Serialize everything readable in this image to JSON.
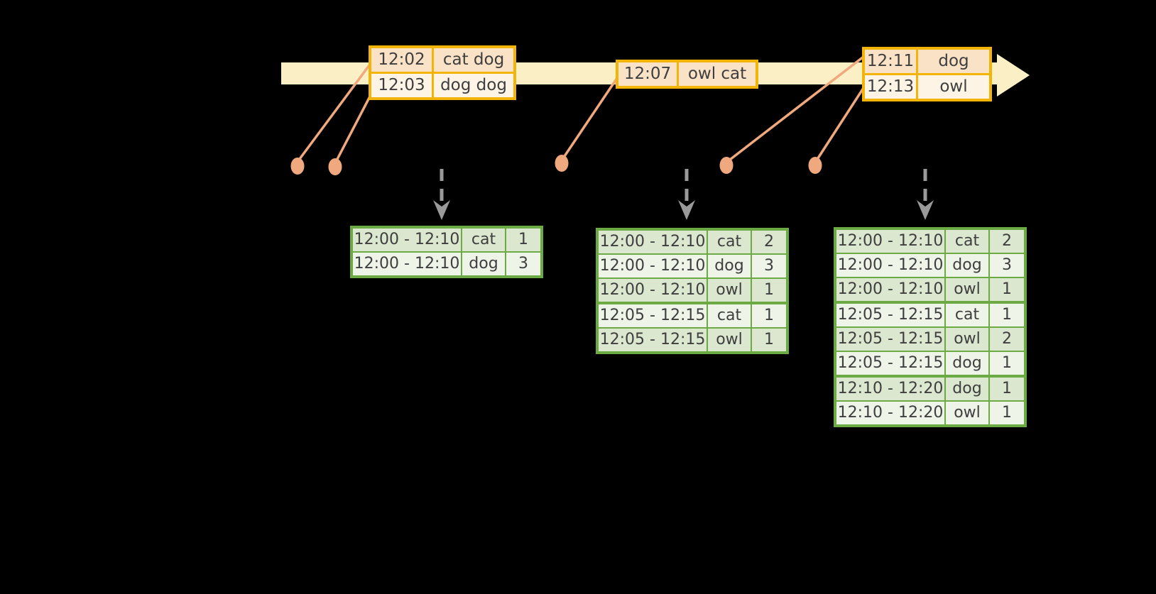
{
  "colors": {
    "background": "#000000",
    "timeline_band": "#FBEFC6",
    "event_table_border": "#F2B406",
    "event_row_peach": "#FAE2C6",
    "event_row_cream": "#FDF4E6",
    "leader_salmon": "#F0A87E",
    "result_table_border": "#6CAB44",
    "result_row_dark": "#DCE7CF",
    "result_row_light": "#EFF4E9",
    "trigger_arrow_gray": "#9A9A9A",
    "text": "#3E3E3E"
  },
  "timeline": {
    "event_tables": [
      {
        "rows": [
          {
            "time": "12:02",
            "words": "cat dog"
          },
          {
            "time": "12:03",
            "words": "dog dog"
          }
        ]
      },
      {
        "rows": [
          {
            "time": "12:07",
            "words": "owl cat"
          }
        ]
      },
      {
        "rows": [
          {
            "time": "12:11",
            "words": "dog"
          },
          {
            "time": "12:13",
            "words": "owl"
          }
        ]
      }
    ]
  },
  "result_tables": [
    {
      "rows": [
        {
          "window": "12:00 - 12:10",
          "word": "cat",
          "count": "1"
        },
        {
          "window": "12:00 - 12:10",
          "word": "dog",
          "count": "3"
        }
      ]
    },
    {
      "rows": [
        {
          "window": "12:00 - 12:10",
          "word": "cat",
          "count": "2"
        },
        {
          "window": "12:00 - 12:10",
          "word": "dog",
          "count": "3"
        },
        {
          "window": "12:00 - 12:10",
          "word": "owl",
          "count": "1"
        },
        {
          "window": "12:05 - 12:15",
          "word": "cat",
          "count": "1"
        },
        {
          "window": "12:05 - 12:15",
          "word": "owl",
          "count": "1"
        }
      ]
    },
    {
      "rows": [
        {
          "window": "12:00 - 12:10",
          "word": "cat",
          "count": "2"
        },
        {
          "window": "12:00 - 12:10",
          "word": "dog",
          "count": "3"
        },
        {
          "window": "12:00 - 12:10",
          "word": "owl",
          "count": "1"
        },
        {
          "window": "12:05 - 12:15",
          "word": "cat",
          "count": "1"
        },
        {
          "window": "12:05 - 12:15",
          "word": "owl",
          "count": "2"
        },
        {
          "window": "12:05 - 12:15",
          "word": "dog",
          "count": "1"
        },
        {
          "window": "12:10 - 12:20",
          "word": "dog",
          "count": "1"
        },
        {
          "window": "12:10 - 12:20",
          "word": "owl",
          "count": "1"
        }
      ]
    }
  ]
}
